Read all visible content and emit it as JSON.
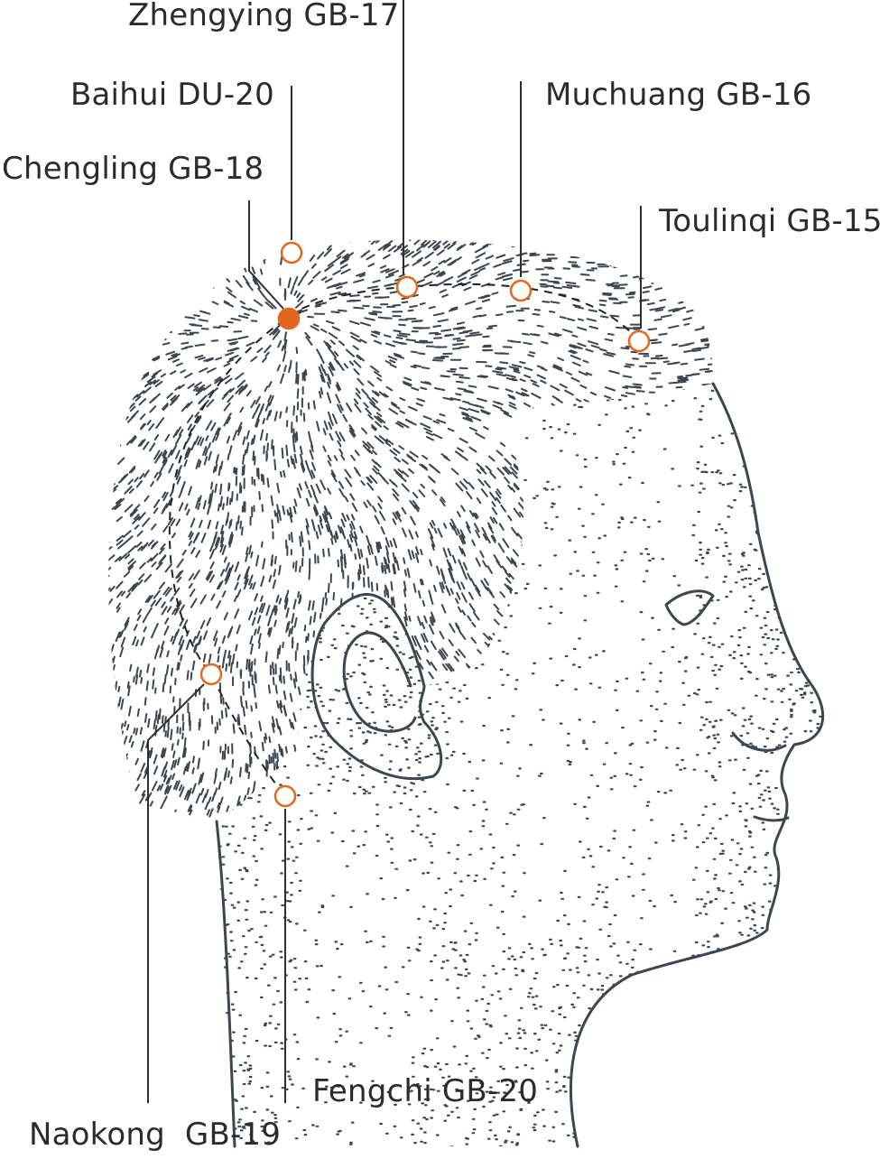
{
  "diagram": {
    "subject": "head-profile-right-facing",
    "colors": {
      "ink": "#3b4650",
      "point_accent": "#e2681f",
      "label_text": "#2b2b2b",
      "leader_line": "#2f2f2f"
    },
    "points": [
      {
        "id": "zhengying",
        "label": "Zhengying GB-17",
        "style": "open"
      },
      {
        "id": "baihui",
        "label": "Baihui DU-20",
        "style": "open"
      },
      {
        "id": "muchuang",
        "label": "Muchuang GB-16",
        "style": "open"
      },
      {
        "id": "chengling",
        "label": "Chengling GB-18",
        "style": "filled"
      },
      {
        "id": "toulinqi",
        "label": "Toulinqi GB-15",
        "style": "open"
      },
      {
        "id": "naokong",
        "label": "Naokong  GB-19",
        "style": "open"
      },
      {
        "id": "fengchi",
        "label": "Fengchi GB-20",
        "style": "open"
      }
    ]
  }
}
